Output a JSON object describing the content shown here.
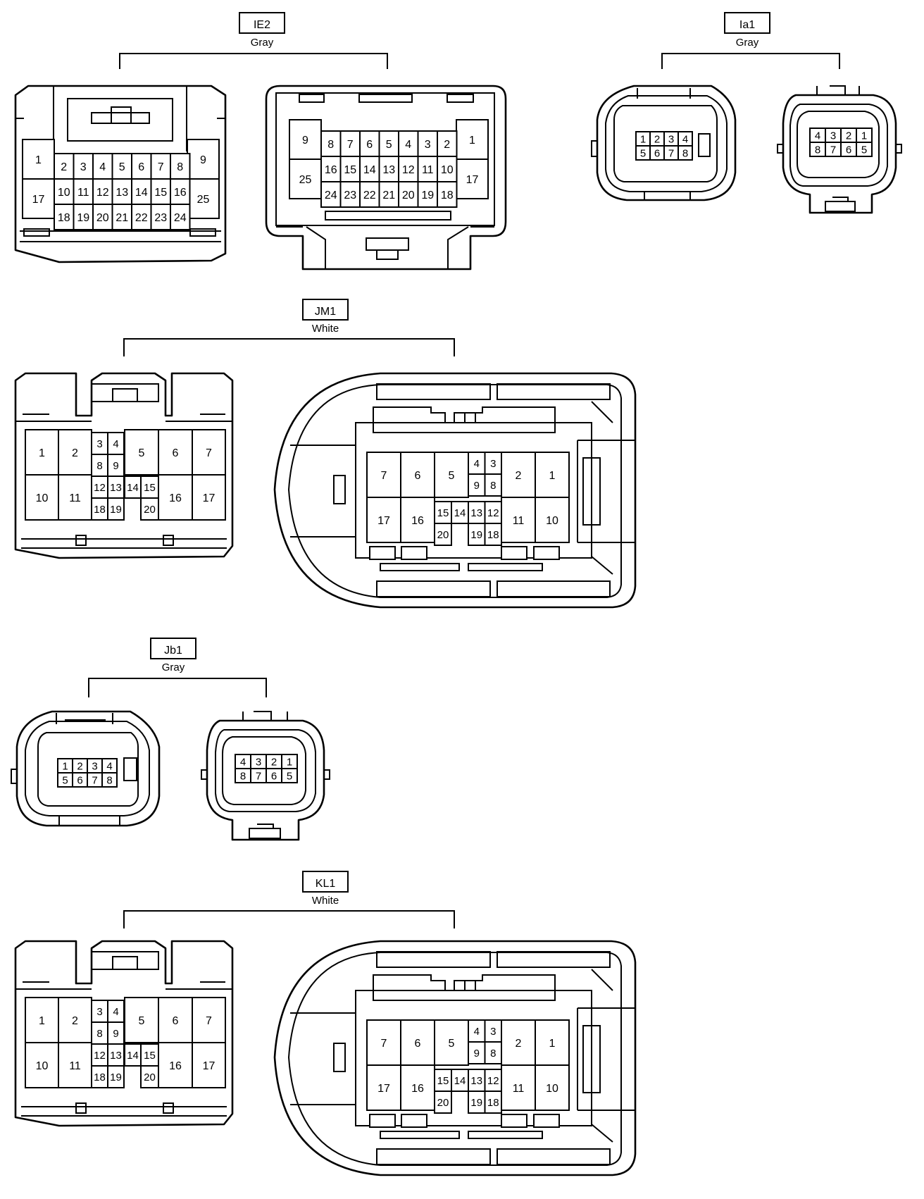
{
  "connectors": [
    {
      "id": "IE2",
      "color": "Gray",
      "left_view": {
        "a": [
          "1",
          "17"
        ],
        "b": [
          "9",
          "25"
        ],
        "grid": [
          [
            "2",
            "3",
            "4",
            "5",
            "6",
            "7",
            "8"
          ],
          [
            "10",
            "11",
            "12",
            "13",
            "14",
            "15",
            "16"
          ],
          [
            "18",
            "19",
            "20",
            "21",
            "22",
            "23",
            "24"
          ]
        ]
      },
      "right_view": {
        "a": [
          "9",
          "25"
        ],
        "b": [
          "1",
          "17"
        ],
        "grid": [
          [
            "8",
            "7",
            "6",
            "5",
            "4",
            "3",
            "2"
          ],
          [
            "16",
            "15",
            "14",
            "13",
            "12",
            "11",
            "10"
          ],
          [
            "24",
            "23",
            "22",
            "21",
            "20",
            "19",
            "18"
          ]
        ]
      }
    },
    {
      "id": "Ia1",
      "color": "Gray",
      "left_view": {
        "grid": [
          [
            "1",
            "2",
            "3",
            "4"
          ],
          [
            "5",
            "6",
            "7",
            "8"
          ]
        ]
      },
      "right_view": {
        "grid": [
          [
            "4",
            "3",
            "2",
            "1"
          ],
          [
            "8",
            "7",
            "6",
            "5"
          ]
        ]
      }
    },
    {
      "id": "JM1",
      "color": "White",
      "left_view": {
        "big_top": [
          "1",
          "2",
          "5",
          "6",
          "7"
        ],
        "big_bottom": [
          "10",
          "11",
          "16",
          "17"
        ],
        "small": [
          "3",
          "4",
          "8",
          "9",
          "12",
          "13",
          "14",
          "15",
          "18",
          "19",
          "20"
        ]
      },
      "right_view": {
        "big_top": [
          "7",
          "6",
          "5",
          "2",
          "1"
        ],
        "big_bottom": [
          "17",
          "16",
          "11",
          "10"
        ],
        "small": [
          "4",
          "3",
          "9",
          "8",
          "15",
          "14",
          "13",
          "12",
          "20",
          "19",
          "18"
        ]
      }
    },
    {
      "id": "Jb1",
      "color": "Gray",
      "left_view": {
        "grid": [
          [
            "1",
            "2",
            "3",
            "4"
          ],
          [
            "5",
            "6",
            "7",
            "8"
          ]
        ]
      },
      "right_view": {
        "grid": [
          [
            "4",
            "3",
            "2",
            "1"
          ],
          [
            "8",
            "7",
            "6",
            "5"
          ]
        ]
      }
    },
    {
      "id": "KL1",
      "color": "White",
      "left_view": {
        "big_top": [
          "1",
          "2",
          "5",
          "6",
          "7"
        ],
        "big_bottom": [
          "10",
          "11",
          "16",
          "17"
        ],
        "small": [
          "3",
          "4",
          "8",
          "9",
          "12",
          "13",
          "14",
          "15",
          "18",
          "19",
          "20"
        ]
      },
      "right_view": {
        "big_top": [
          "7",
          "6",
          "5",
          "2",
          "1"
        ],
        "big_bottom": [
          "17",
          "16",
          "11",
          "10"
        ],
        "small": [
          "4",
          "3",
          "9",
          "8",
          "15",
          "14",
          "13",
          "12",
          "20",
          "19",
          "18"
        ]
      }
    }
  ]
}
